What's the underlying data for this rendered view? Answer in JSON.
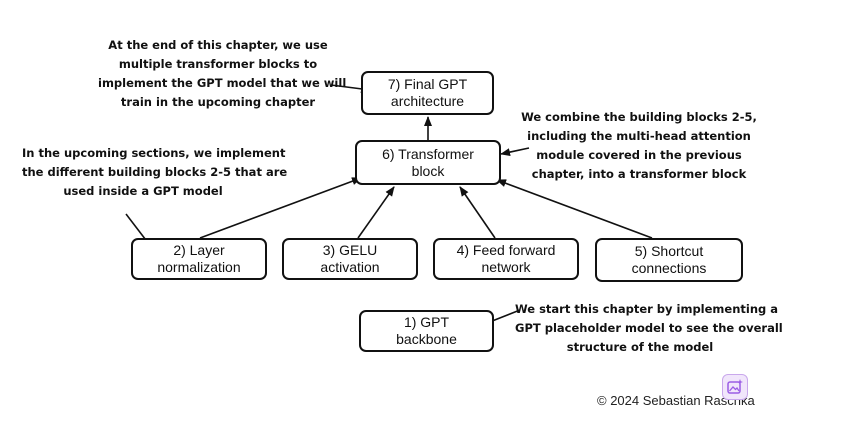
{
  "nodes": {
    "final": [
      "7) Final GPT",
      "architecture"
    ],
    "transformer": [
      "6) Transformer",
      "block"
    ],
    "layer_norm": [
      "2) Layer",
      "normalization"
    ],
    "gelu": [
      "3) GELU",
      "activation"
    ],
    "feed_forward": [
      "4) Feed forward",
      "network"
    ],
    "shortcut": [
      "5) Shortcut",
      "connections"
    ],
    "backbone": [
      "1) GPT",
      "backbone"
    ]
  },
  "notes": {
    "top": [
      "At the end of this chapter, we use",
      "multiple transformer blocks to",
      "implement the GPT model that we will",
      "train in the upcoming chapter"
    ],
    "left": [
      "In the upcoming sections, we implement",
      "the different building blocks 2-5 that are",
      "used inside a GPT model"
    ],
    "right": [
      "We combine the building blocks 2-5,",
      "including the multi-head attention",
      "module covered in the previous",
      "chapter, into a transformer block"
    ],
    "bottom": [
      "We start this chapter by implementing a",
      "GPT placeholder model to see the overall",
      "structure of the model"
    ]
  },
  "copyright": "© 2024 Sebastian Raschka",
  "colors": {
    "stroke": "#111111",
    "badge": "#9b5de5"
  },
  "icons": {
    "badge": "ai-image-icon"
  }
}
